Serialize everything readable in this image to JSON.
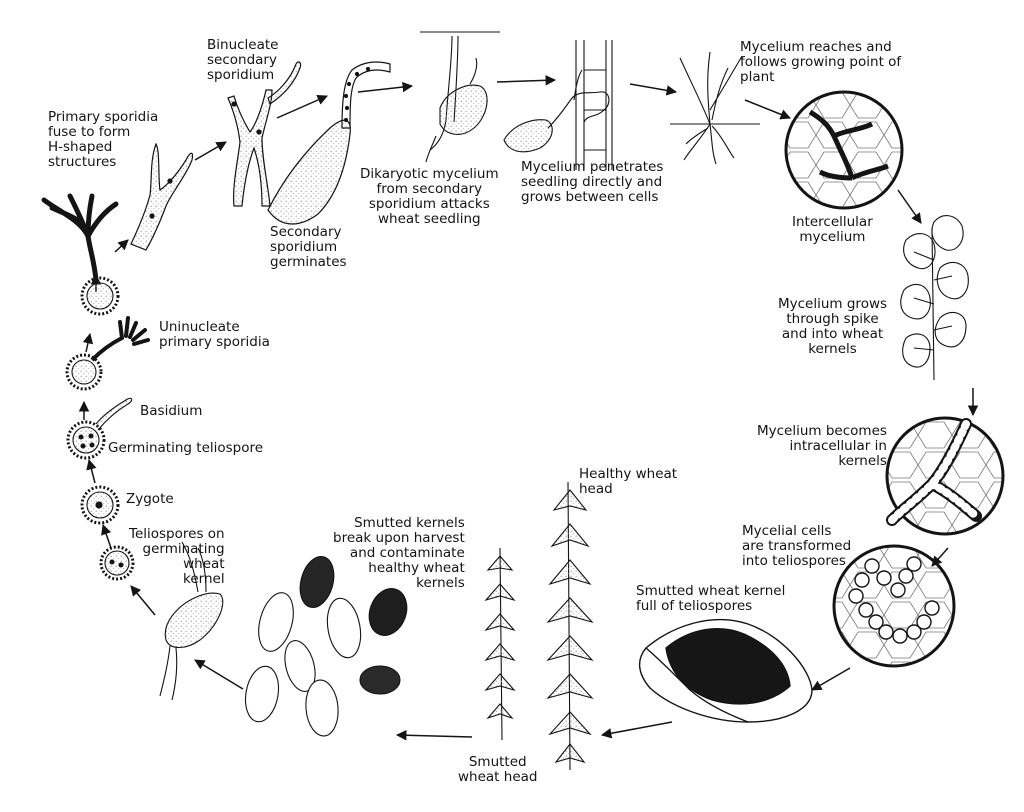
{
  "colors": {
    "ink": "#141414",
    "stipple": "#8a8a8a",
    "background": "#ffffff"
  },
  "labels": {
    "binucleate_secondary_sporidium": "Binucleate\nsecondary\nsporidium",
    "primary_sporidia_fuse": "Primary sporidia\nfuse to form\nH-shaped\nstructures",
    "secondary_sporidium_germinates": "Secondary\nsporidium\ngerminates",
    "dikaryotic_mycelium_attacks": "Dikaryotic mycelium\nfrom secondary\nsporidium attacks\nwheat seedling",
    "mycelium_penetrates_seedling": "Mycelium penetrates\nseedling directly and\ngrows between cells",
    "mycelium_reaches_growing_point": "Mycelium reaches and\nfollows growing point of\nplant",
    "intercellular_mycelium": "Intercellular\nmycelium",
    "mycelium_grows_through_spike": "Mycelium grows\nthrough spike\nand into wheat\nkernels",
    "mycelium_intracellular": "Mycelium becomes\nintracellular in\nkernels",
    "mycelial_cells_transformed": "Mycelial cells\nare transformed\ninto teliospores",
    "smutted_kernel_full": "Smutted wheat kernel\nfull of teliospores",
    "healthy_wheat_head": "Healthy wheat\nhead",
    "smutted_wheat_head": "Smutted\nwheat head",
    "smutted_kernels_break": "Smutted kernels\nbreak upon harvest\nand contaminate\nhealthy wheat\nkernels",
    "teliospores_on_kernel": "Teliospores on\ngerminating\nwheat\nkernel",
    "zygote": "Zygote",
    "germinating_teliospore": "Germinating teliospore",
    "basidium": "Basidium",
    "uninucleate_primary_sporidia": "Uninucleate\nprimary sporidia"
  }
}
